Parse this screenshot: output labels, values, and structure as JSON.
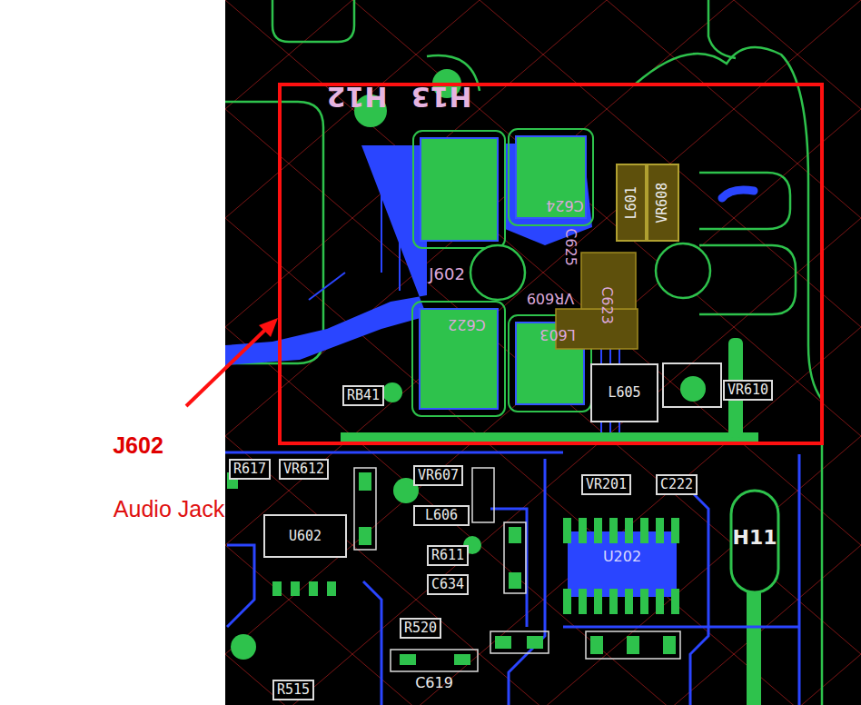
{
  "diagram": {
    "nodes": [
      {
        "text": [
          "L601"
        ]
      },
      {
        "text": [
          "VR608"
        ]
      },
      {
        "text": [
          "RB41"
        ]
      },
      {
        "text": [
          "L605"
        ]
      },
      {
        "text": [
          "VR610"
        ]
      },
      {
        "text": [
          "R617"
        ]
      },
      {
        "text": [
          "VR612"
        ]
      },
      {
        "text": [
          "VR607"
        ]
      },
      {
        "text": [
          "L606"
        ]
      },
      {
        "text": [
          "U602"
        ]
      },
      {
        "text": [
          "VR201"
        ]
      },
      {
        "text": [
          "C222"
        ]
      },
      {
        "text": [
          "R611"
        ]
      },
      {
        "text": [
          "C634"
        ]
      },
      {
        "text": [
          "R520"
        ]
      },
      {
        "text": [
          "R515"
        ]
      }
    ],
    "labels": [
      "J602",
      "Audio Jack",
      "H12",
      "H13",
      "J602",
      "C624",
      "C625",
      "VR609",
      "C623",
      "C622",
      "L603",
      "H11",
      "U202",
      "C619"
    ]
  }
}
